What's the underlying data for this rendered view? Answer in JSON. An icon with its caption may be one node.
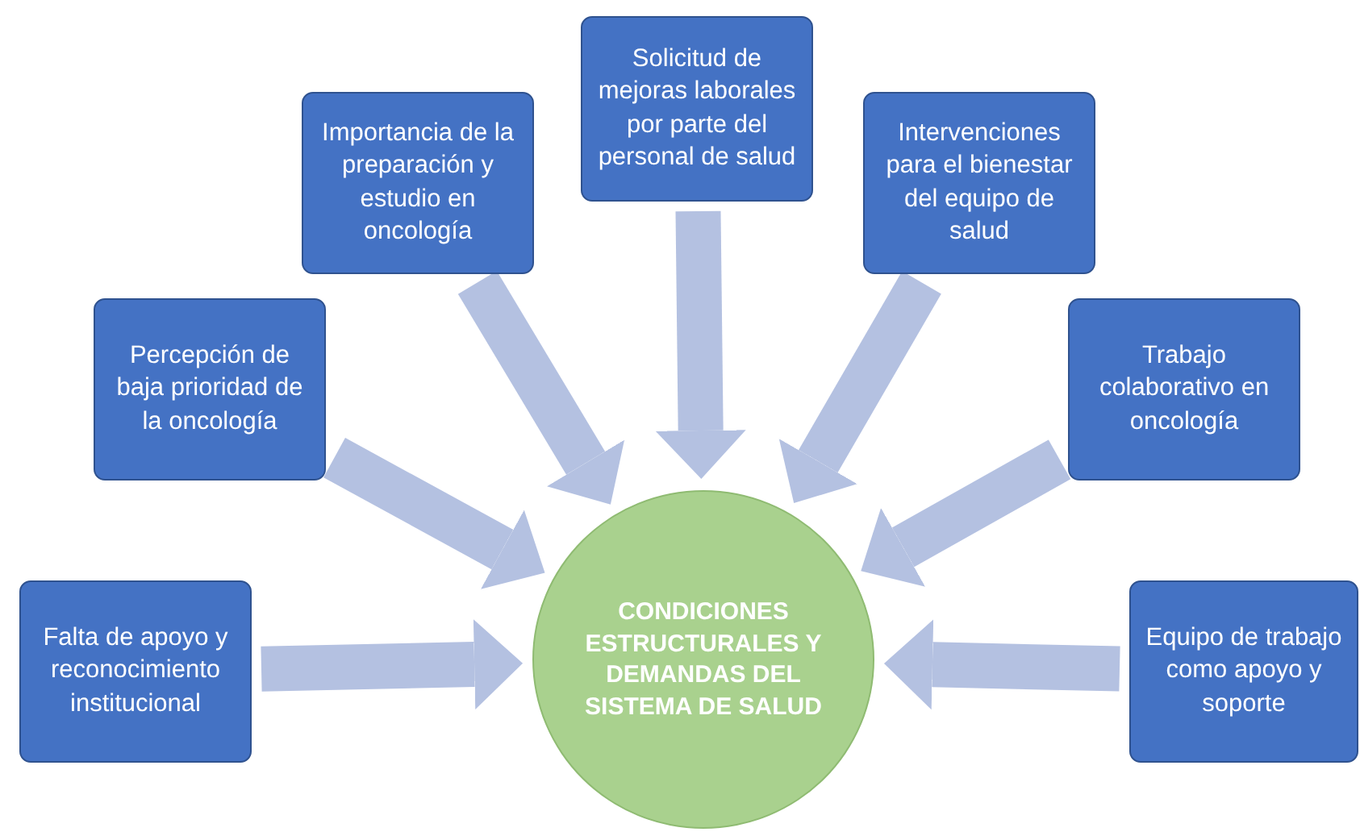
{
  "diagram": {
    "nodes": [
      {
        "text": [
          "Falta de apoyo y reconocimiento institucional"
        ]
      },
      {
        "text": [
          "Percepción de baja prioridad de la oncología"
        ]
      },
      {
        "text": [
          "Importancia de la preparación y estudio en oncología"
        ]
      },
      {
        "text": [
          "Solicitud de mejoras laborales por parte del personal de salud"
        ]
      },
      {
        "text": [
          "Intervenciones para el bienestar del equipo de salud"
        ]
      },
      {
        "text": [
          "Trabajo colaborativo en oncología"
        ]
      },
      {
        "text": [
          "Equipo de trabajo como apoyo y soporte"
        ]
      },
      {
        "text": [
          "CONDICIONES ESTRUCTURALES Y DEMANDAS DEL SISTEMA DE SALUD"
        ]
      }
    ],
    "edges": [
      {
        "from": 0,
        "to": 7,
        "arrow": "to"
      },
      {
        "from": 1,
        "to": 7,
        "arrow": "to"
      },
      {
        "from": 2,
        "to": 7,
        "arrow": "to"
      },
      {
        "from": 3,
        "to": 7,
        "arrow": "to"
      },
      {
        "from": 4,
        "to": 7,
        "arrow": "to"
      },
      {
        "from": 5,
        "to": 7,
        "arrow": "to"
      },
      {
        "from": 6,
        "to": 7,
        "arrow": "to"
      }
    ]
  }
}
